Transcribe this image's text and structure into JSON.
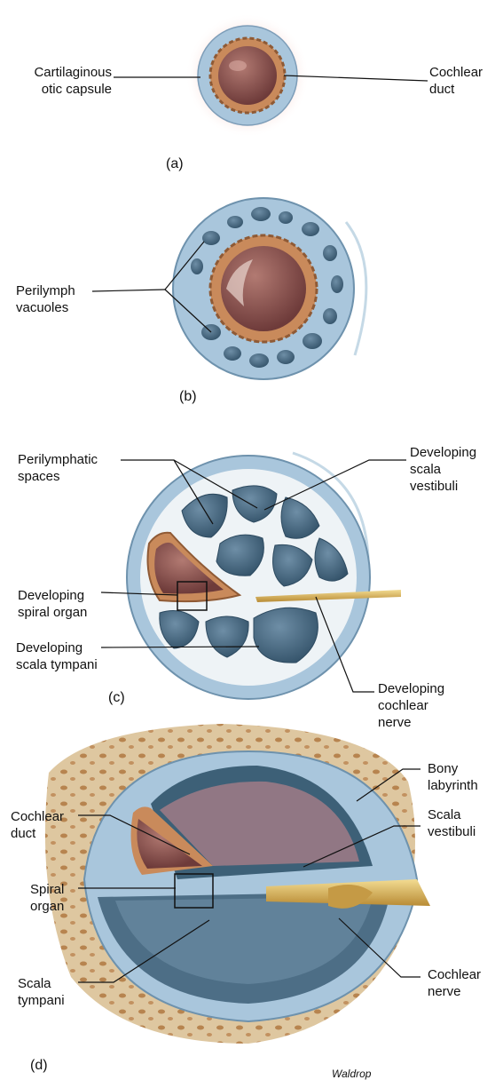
{
  "colors": {
    "capsule_blue": "#a9c6dc",
    "duct_outer": "#c98a5b",
    "duct_inner": "#8a4f4a",
    "vacuole": "#4d6e86",
    "bone": "#dcc39a",
    "nerve": "#d8b561"
  },
  "panel_a": {
    "caption": "(a)",
    "label_capsule": "Cartilaginous\notic capsule",
    "label_duct": "Cochlear\nduct"
  },
  "panel_b": {
    "caption": "(b)",
    "label_vacuoles": "Perilymph\nvacuoles"
  },
  "panel_c": {
    "caption": "(c)",
    "label_perilymphatic": "Perilymphatic\nspaces",
    "label_scala_vestibuli": "Developing\nscala\nvestibuli",
    "label_spiral_organ": "Developing\nspiral organ",
    "label_scala_tympani": "Developing\nscala tympani",
    "label_cochlear_nerve": "Developing\ncochlear\nnerve"
  },
  "panel_d": {
    "caption": "(d)",
    "label_cochlear_duct": "Cochlear\nduct",
    "label_spiral_organ": "Spiral\norgan",
    "label_scala_tympani": "Scala\ntympani",
    "label_bony_labyrinth": "Bony\nlabyrinth",
    "label_scala_vestibuli": "Scala\nvestibuli",
    "label_cochlear_nerve": "Cochlear\nnerve"
  },
  "signature": "Waldrop"
}
